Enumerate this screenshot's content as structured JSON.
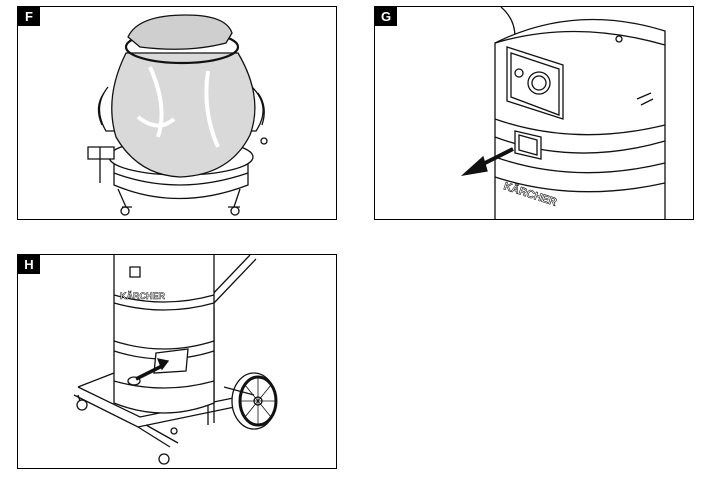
{
  "panels": [
    {
      "letter": "F",
      "brand": ""
    },
    {
      "letter": "G",
      "brand": "KÄRCHER"
    },
    {
      "letter": "H",
      "brand": "KÄRCHER"
    }
  ],
  "colors": {
    "line": "#111111",
    "bag_fill": "#d9d9d9",
    "body_fill": "#ffffff"
  }
}
